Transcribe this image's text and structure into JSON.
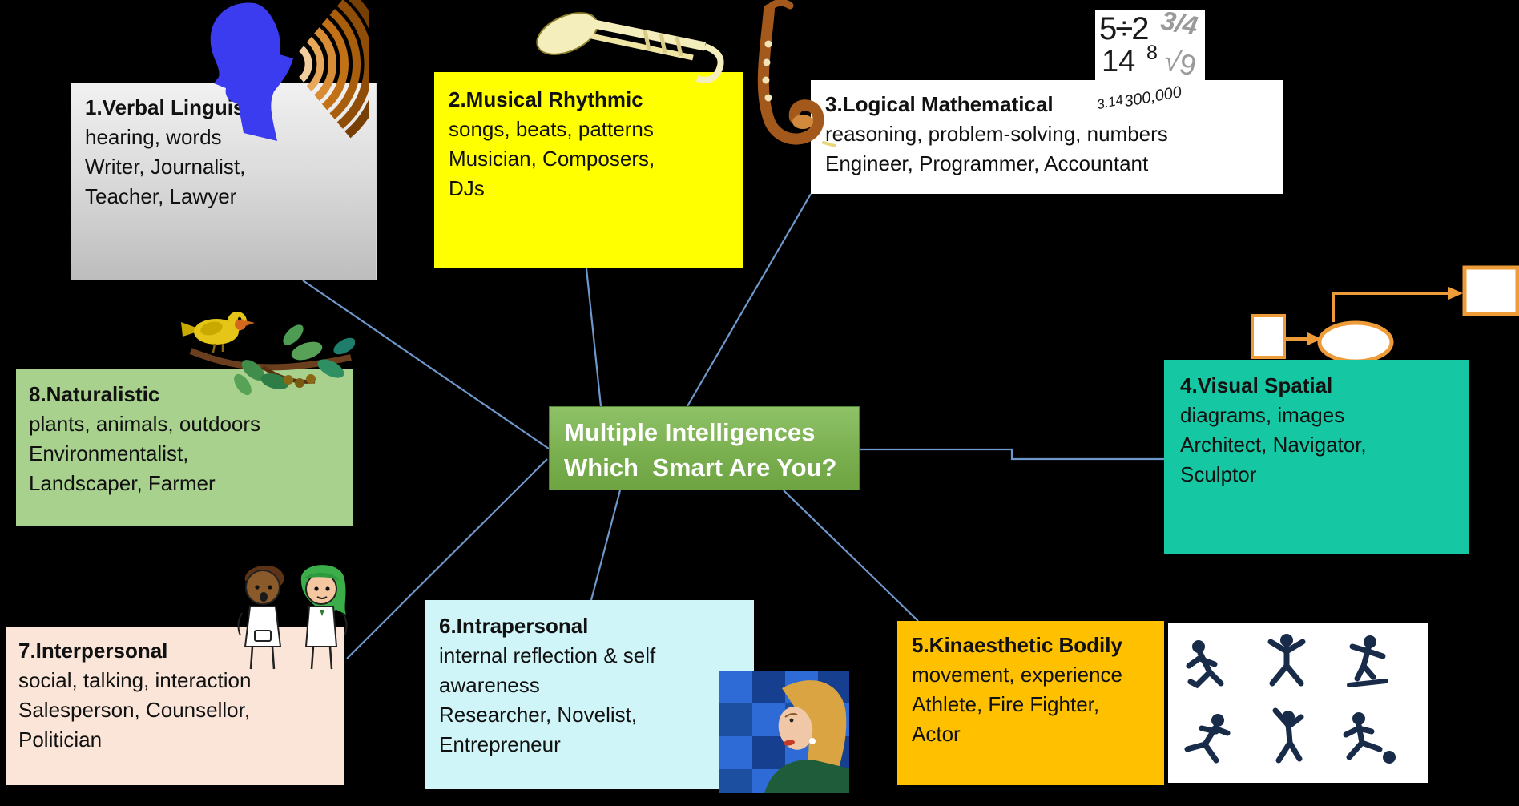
{
  "slide_title": "Multiple Intelligences diagram",
  "background_color": "#000000",
  "connector_color": "#6E98CC",
  "center": {
    "line1": "Multiple Intelligences",
    "line2": "Which  Smart Are You?",
    "bg": "#79AE4E",
    "text_color": "#FFFFFF"
  },
  "boxes": [
    {
      "title": "1.Verbal Linguistic",
      "lines": [
        "hearing, words",
        "Writer, Journalist,",
        "Teacher, Lawyer"
      ],
      "bg": "#D6D6D6",
      "icon": "speaking-head"
    },
    {
      "title": "2.Musical Rhythmic",
      "lines": [
        "songs, beats, patterns",
        "Musician, Composers,",
        "DJs"
      ],
      "bg": "#FFFF00",
      "icon": "trumpet-saxophone"
    },
    {
      "title": "3.Logical Mathematical",
      "lines": [
        "reasoning, problem-solving, numbers",
        "Engineer, Programmer, Accountant"
      ],
      "bg": "#FFFFFF",
      "icon": "math-numbers"
    },
    {
      "title": "4.Visual Spatial",
      "lines": [
        "diagrams, images",
        "Architect,  Navigator,",
        "Sculptor"
      ],
      "bg": "#15C7A3",
      "icon": "flowchart-shapes"
    },
    {
      "title": "5.Kinaesthetic Bodily",
      "lines": [
        "movement, experience",
        "Athlete, Fire Fighter,",
        "Actor"
      ],
      "bg": "#FFC000",
      "icon": "sport-silhouettes"
    },
    {
      "title": "6.Intrapersonal",
      "lines": [
        "internal reflection & self",
        "awareness",
        "Researcher, Novelist,",
        "Entrepreneur"
      ],
      "bg": "#CFF5F8",
      "icon": "thinking-woman"
    },
    {
      "title": "7.Interpersonal",
      "lines": [
        "social, talking, interaction",
        "Salesperson, Counsellor,",
        "Politician"
      ],
      "bg": "#FAE5D8",
      "icon": "two-kids-talking"
    },
    {
      "title": "8.Naturalistic",
      "lines": [
        "plants, animals, outdoors",
        "Environmentalist,",
        "Landscaper, Farmer"
      ],
      "bg": "#A9D18E",
      "icon": "bird-on-branch"
    }
  ],
  "numbers_panel": {
    "division": "5÷2",
    "fraction": "3/4",
    "fourteen": "14",
    "exponent": "8",
    "root": "√9",
    "pi": "3.14",
    "big_number": "300,000"
  }
}
